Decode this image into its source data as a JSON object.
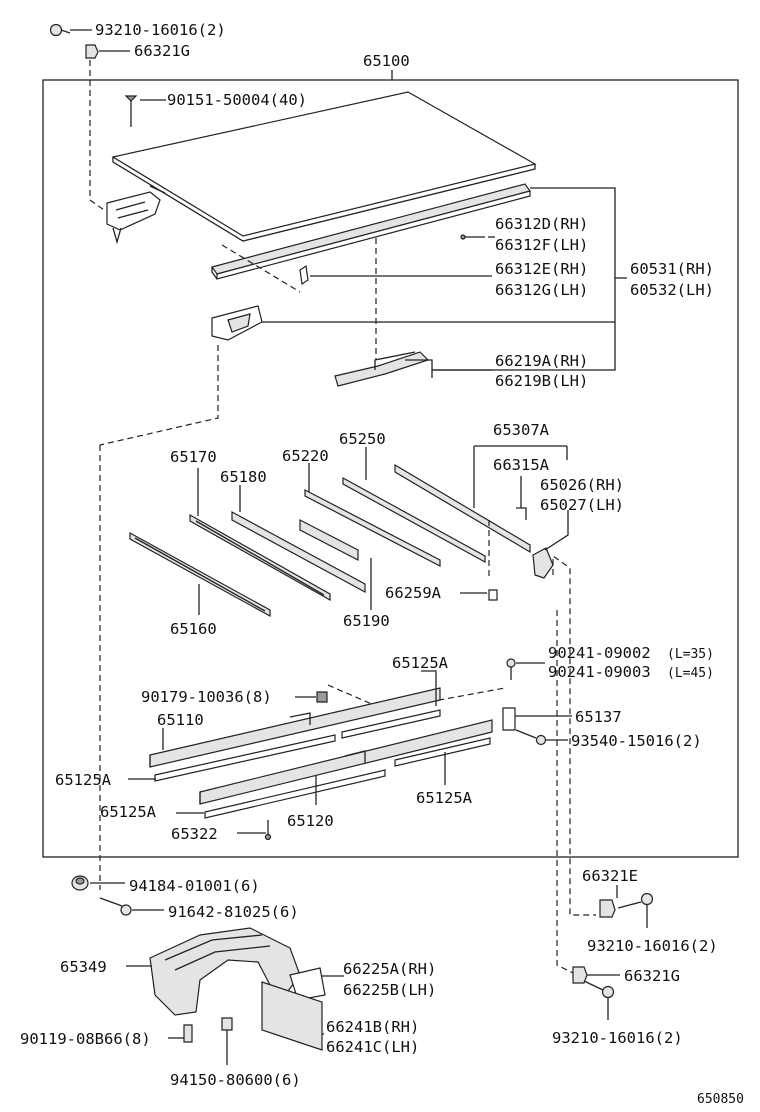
{
  "labels": {
    "l01": "93210-16016(2)",
    "l02": "66321G",
    "l03": "65100",
    "l04": "90151-50004(40)",
    "l05": "66312D(RH)",
    "l06": "66312F(LH)",
    "l07": "66312E(RH)",
    "l08": "66312G(LH)",
    "l09": "60531(RH)",
    "l10": "60532(LH)",
    "l11": "66219A(RH)",
    "l12": "66219B(LH)",
    "l13": "65307A",
    "l14": "65250",
    "l15": "65170",
    "l16": "65220",
    "l17": "65180",
    "l18": "66315A",
    "l19": "65026(RH)",
    "l20": "65027(LH)",
    "l21": "66259A",
    "l22": "65190",
    "l23": "65160",
    "l24": "90241-09002",
    "l24b": "(L=35)",
    "l25": "90241-09003",
    "l25b": "(L=45)",
    "l26": "65125A",
    "l27": "90179-10036(8)",
    "l28": "65110",
    "l29": "65137",
    "l30": "93540-15016(2)",
    "l31": "65125A",
    "l32": "65125A",
    "l33": "65125A",
    "l34": "65322",
    "l35": "65120",
    "l36": "66321E",
    "l37": "94184-01001(6)",
    "l38": "91642-81025(6)",
    "l39": "93210-16016(2)",
    "l40": "65349",
    "l41": "66225A(RH)",
    "l42": "66225B(LH)",
    "l43": "66321G",
    "l44": "66241B(RH)",
    "l45": "66241C(LH)",
    "l46": "90119-08B66(8)",
    "l47": "93210-16016(2)",
    "l48": "94150-80600(6)",
    "l49": "650850"
  }
}
